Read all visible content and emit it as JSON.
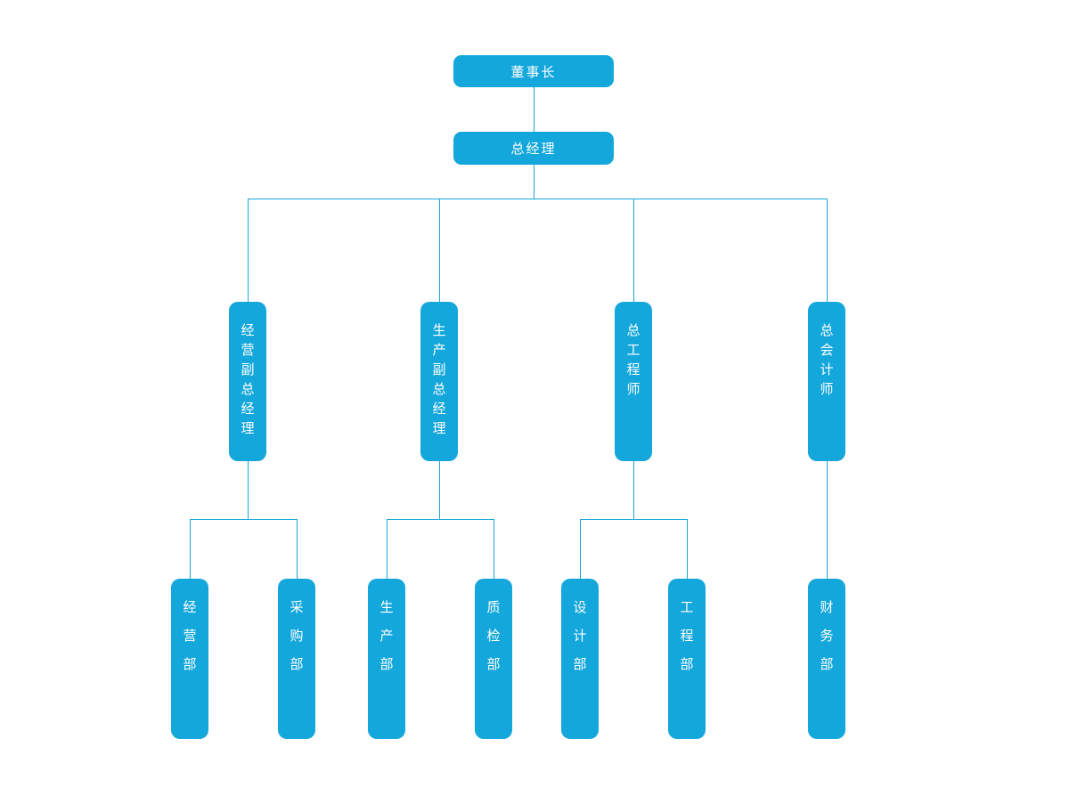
{
  "diagram": {
    "type": "org-chart",
    "nodes": {
      "chairman": {
        "label": "董事长"
      },
      "general_manager": {
        "label": "总经理"
      },
      "vp_operations": {
        "label": "经营副总经理"
      },
      "vp_production": {
        "label": "生产副总经理"
      },
      "chief_engineer": {
        "label": "总工程师"
      },
      "chief_accountant": {
        "label": "总会计师"
      },
      "dept_operations": {
        "label": "经营部"
      },
      "dept_purchasing": {
        "label": "采购部"
      },
      "dept_production": {
        "label": "生产部"
      },
      "dept_quality": {
        "label": "质检部"
      },
      "dept_design": {
        "label": "设计部"
      },
      "dept_engineering": {
        "label": "工程部"
      },
      "dept_finance": {
        "label": "财务部"
      }
    },
    "edges": [
      [
        "chairman",
        "general_manager"
      ],
      [
        "general_manager",
        "vp_operations"
      ],
      [
        "general_manager",
        "vp_production"
      ],
      [
        "general_manager",
        "chief_engineer"
      ],
      [
        "general_manager",
        "chief_accountant"
      ],
      [
        "vp_operations",
        "dept_operations"
      ],
      [
        "vp_operations",
        "dept_purchasing"
      ],
      [
        "vp_production",
        "dept_production"
      ],
      [
        "vp_production",
        "dept_quality"
      ],
      [
        "chief_engineer",
        "dept_design"
      ],
      [
        "chief_engineer",
        "dept_engineering"
      ],
      [
        "chief_accountant",
        "dept_finance"
      ]
    ]
  },
  "colors": {
    "node_fill": "#14a7db",
    "node_text": "#ffffff",
    "connector": "#1aa7d9",
    "background": "#ffffff"
  }
}
